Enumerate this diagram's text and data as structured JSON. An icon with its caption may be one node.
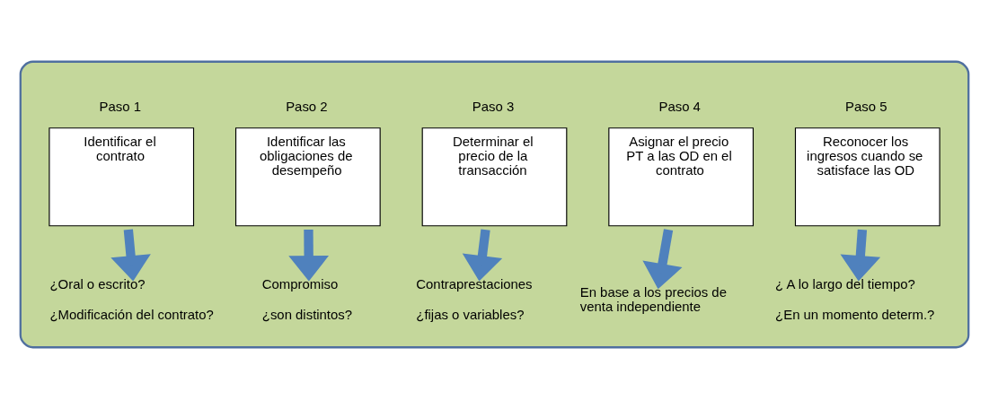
{
  "diagram": {
    "nodes": [
      {
        "text": [],
        "shape": "box"
      },
      {
        "text": [
          "Paso 1",
          "Identificar el contrato"
        ],
        "in": 0
      },
      {
        "text": [
          "Paso 2",
          "Identificar las obligaciones de desempeño"
        ],
        "in": 0
      },
      {
        "text": [
          "Paso 3",
          "Determinar el precio de la transacción"
        ],
        "in": 0
      },
      {
        "text": [
          "Paso 4",
          "Asignar el precio PT a las OD en el contrato"
        ],
        "in": 0
      },
      {
        "text": [
          "Paso 5",
          "Reconocer los ingresos cuando se satisface las OD"
        ],
        "in": 0
      },
      {
        "text": [
          "¿Oral o escrito?",
          "¿Modificación del contrato?"
        ],
        "in": 0
      },
      {
        "text": [
          "Compromiso",
          "¿son distintos?"
        ],
        "in": 0
      },
      {
        "text": [
          "Contraprestaciones",
          "¿fijas o variables?"
        ],
        "in": 0
      },
      {
        "text": [
          "En base a los precios de venta independiente"
        ],
        "in": 0
      },
      {
        "text": [
          "¿ A lo largo del tiempo?",
          "¿En un momento determ.?"
        ],
        "in": 0
      }
    ],
    "edges": [
      {
        "from": 1,
        "to": 6,
        "arrow": "to"
      },
      {
        "from": 2,
        "to": 7,
        "arrow": "to"
      },
      {
        "from": 3,
        "to": 8,
        "arrow": "to"
      },
      {
        "from": 4,
        "to": 9,
        "arrow": "to"
      },
      {
        "from": 5,
        "to": 10,
        "arrow": "to"
      }
    ]
  }
}
